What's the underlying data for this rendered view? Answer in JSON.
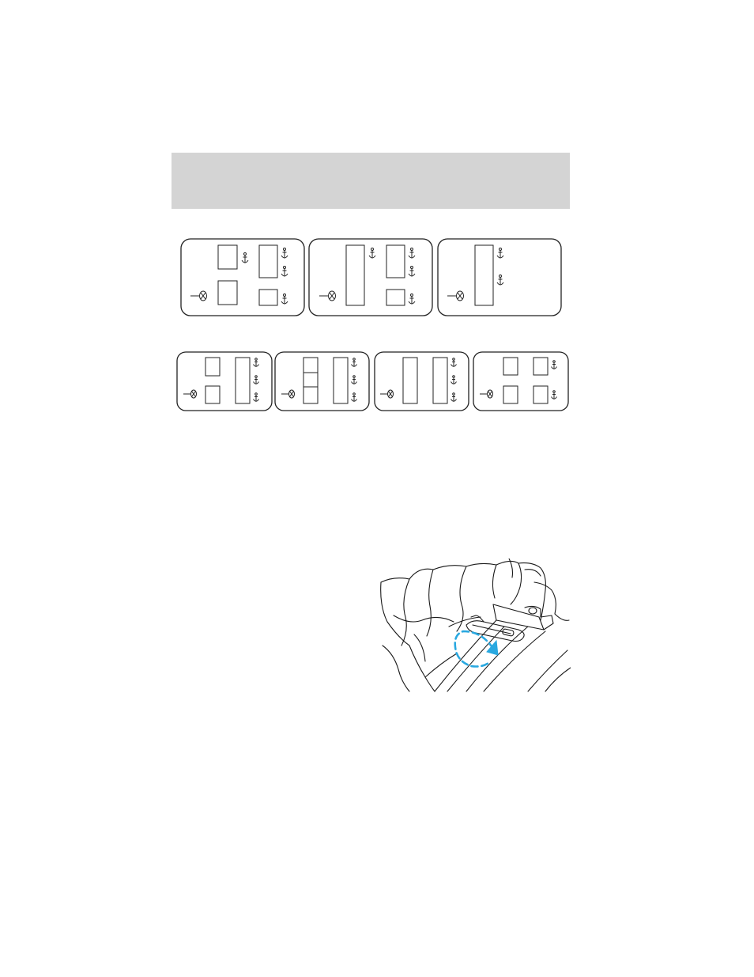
{
  "page": {
    "header_band": {
      "color": "#d4d4d4",
      "text": ""
    },
    "seating_diagrams": {
      "description_icons": [
        "steering-wheel-icon",
        "anchor-icon"
      ],
      "row1": [
        {
          "id": "layout-1",
          "anchors": 4
        },
        {
          "id": "layout-2",
          "anchors": 4
        },
        {
          "id": "layout-3",
          "anchors": 2
        }
      ],
      "row2": [
        {
          "id": "layout-4",
          "anchors": 3
        },
        {
          "id": "layout-5",
          "anchors": 3
        },
        {
          "id": "layout-6",
          "anchors": 3
        },
        {
          "id": "layout-7",
          "anchors": 2
        }
      ]
    },
    "illustration": {
      "subject": "seat-anchor-strap",
      "arrow_color": "#29a8e0"
    }
  }
}
